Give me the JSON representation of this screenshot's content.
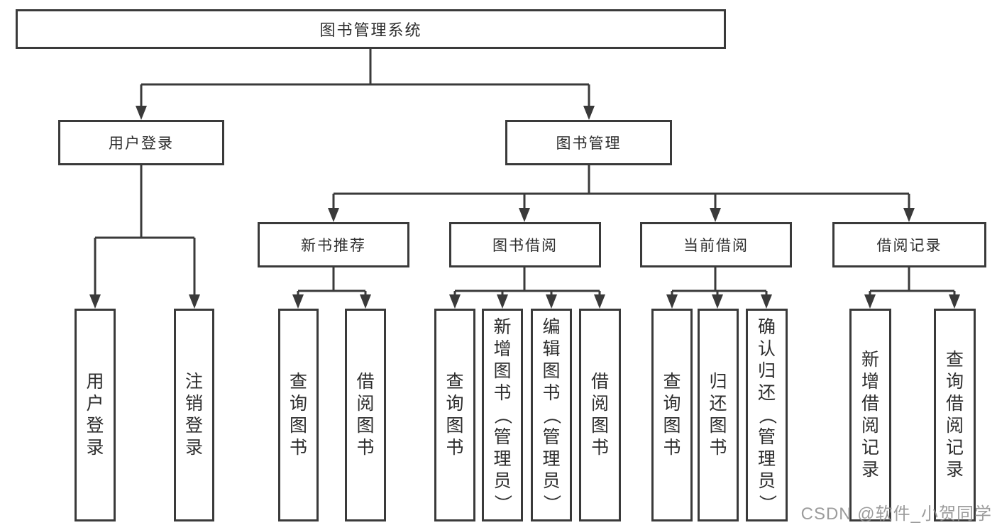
{
  "root": {
    "label": "图书管理系统"
  },
  "branches": [
    {
      "label": "用户登录",
      "children": [
        "用户登录",
        "注销登录"
      ]
    },
    {
      "label": "图书管理",
      "groups": [
        {
          "label": "新书推荐",
          "children": [
            "查询图书",
            "借阅图书"
          ]
        },
        {
          "label": "图书借阅",
          "children": [
            "查询图书",
            "新增图书（管理员）",
            "编辑图书（管理员）",
            "借阅图书"
          ]
        },
        {
          "label": "当前借阅",
          "children": [
            "查询图书",
            "归还图书",
            "确认归还（管理员）"
          ]
        },
        {
          "label": "借阅记录",
          "children": [
            "新增借阅记录",
            "查询借阅记录"
          ]
        }
      ]
    }
  ],
  "watermark": "CSDN @软件_小贺同学",
  "colors": {
    "line": "#3a3a3a",
    "text": "#2d2d2d",
    "watermark": "#8f8f8f",
    "background": "#ffffff"
  }
}
